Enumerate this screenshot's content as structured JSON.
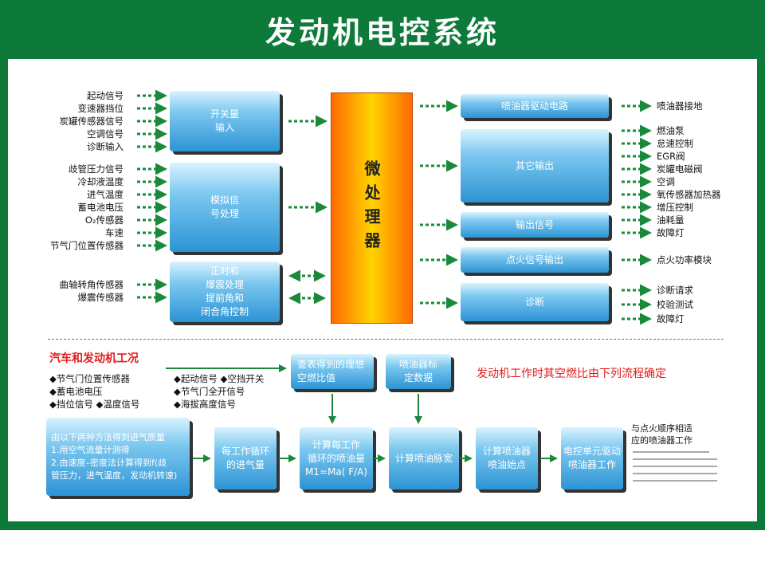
{
  "title": "发动机电控系统",
  "left_inputs": {
    "group1": [
      "起动信号",
      "变速器挡位",
      "炭罐传感器信号",
      "空调信号",
      "诊断输入"
    ],
    "group2": [
      "歧管压力信号",
      "冷却液温度",
      "进气温度",
      "蓄电池电压",
      "O₂传感器",
      "车速",
      "节气门位置传感器"
    ],
    "group3": [
      "曲轴转角传感器",
      "爆震传感器"
    ]
  },
  "left_boxes": {
    "switch": [
      "开关量",
      "输入"
    ],
    "analog": [
      "模拟信",
      "号处理"
    ],
    "timing": [
      "正时和",
      "爆震处理",
      "提前角和",
      "闭合角控制"
    ]
  },
  "cpu": "微处理器",
  "right_boxes": {
    "injector_drive": "喷油器驱动电路",
    "other_output": "其它输出",
    "output_signal": "输出信号",
    "ignition_output": "点火信号输出",
    "diagnosis": "诊断"
  },
  "right_outputs": {
    "injector_ground": "喷油器接地",
    "other": [
      "燃油泵",
      "怠速控制",
      "EGR阀",
      "炭罐电磁阀",
      "空调",
      "氧传感器加热器",
      "增压控制"
    ],
    "signal": [
      "油耗量",
      "故障灯"
    ],
    "ignition": "点火功率模块",
    "diagnosis": [
      "诊断请求",
      "校验测试",
      "故障灯"
    ]
  },
  "bottom": {
    "heading": "汽车和发动机工况",
    "conditions_left": [
      "◆节气门位置传感器",
      "◆蓄电池电压",
      "◆挡位信号 ◆温度信号"
    ],
    "conditions_right": [
      "◆起动信号 ◆空挡开关",
      "◆节气门全开信号",
      "◆海拔高度信号"
    ],
    "lookup_box": [
      "查表得到的理想",
      "空燃比值"
    ],
    "calib_box": [
      "喷油器标",
      "定数据"
    ],
    "flow_note": "发动机工作时其空燃比由下列流程确定",
    "method_box": [
      "由以下两种方法得到进气质量",
      "1.用空气流量计测得",
      "2.由速度–密度法计算得到f(歧",
      "管压力，进气温度，发动机转速)"
    ],
    "per_cycle": [
      "每工作循环",
      "的进气量"
    ],
    "calc_fuel": [
      "计算每工作",
      "循环的喷油量",
      "M1=Ma( F/A)"
    ],
    "pulse": "计算喷油脉宽",
    "start_point": [
      "计算喷油器",
      "喷油始点"
    ],
    "ecu_drive": [
      "电控单元驱动",
      "喷油器工作"
    ],
    "seq_note": [
      "与点火顺序相适",
      "应的喷油器工作"
    ]
  }
}
